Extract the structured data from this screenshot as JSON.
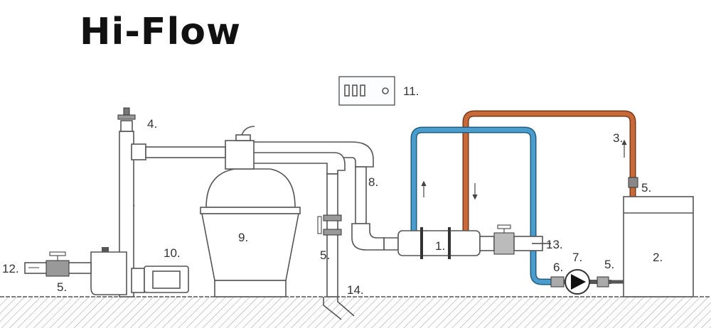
{
  "title": "Hi-Flow",
  "labels": {
    "heat_exchanger": "1.",
    "boiler": "2.",
    "hot_pipe": "3.",
    "air_valve": "4.",
    "valve": "5.",
    "check_valve": "6.",
    "circulation_pump": "7.",
    "return_pipe": "8.",
    "filter": "9.",
    "pool_pump": "10.",
    "controller": "11.",
    "inlet": "12.",
    "outlet": "13.",
    "drain": "14."
  },
  "colors": {
    "hot_pipe": "#c8693a",
    "cold_pipe": "#4a9ccc",
    "line": "#555555"
  }
}
